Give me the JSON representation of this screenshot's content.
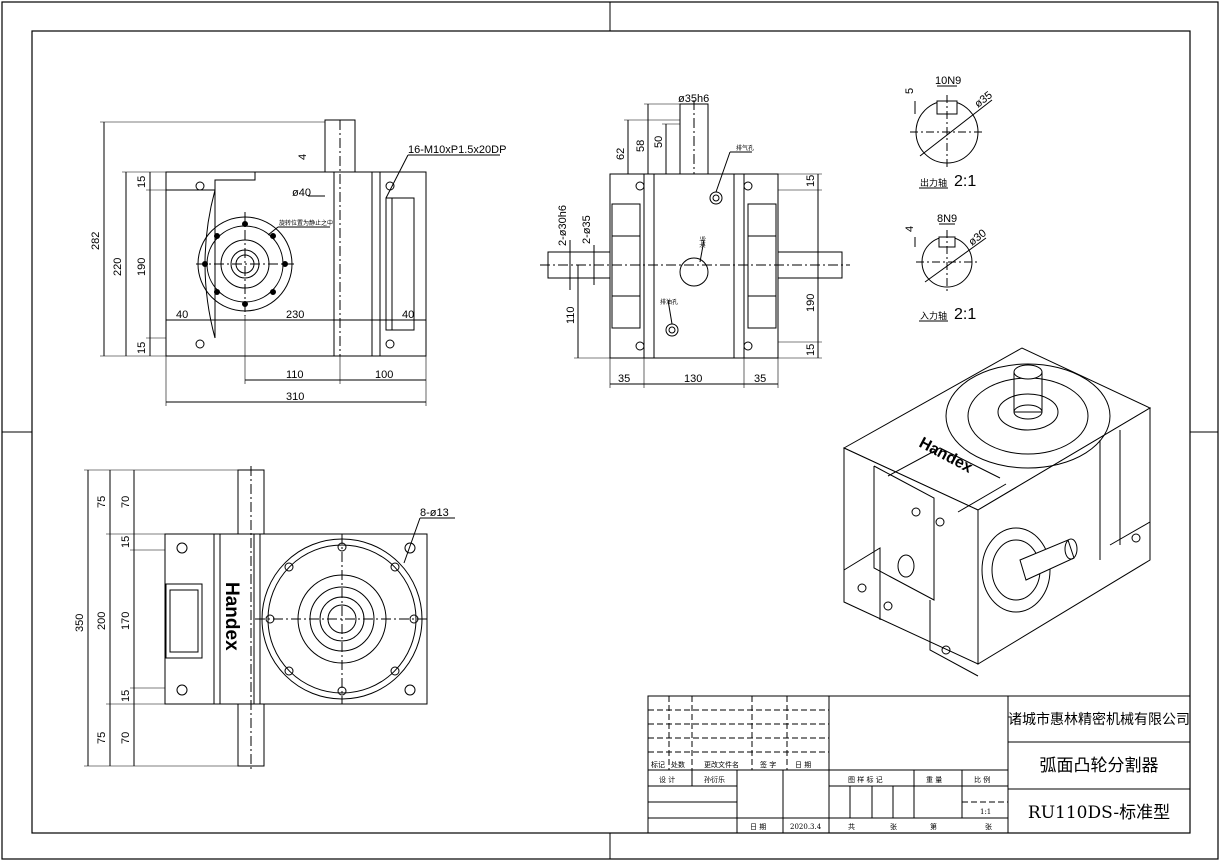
{
  "front_view": {
    "tap_note": "16-M10xP1.5x20DP",
    "rotate_note": "旋转位置为静止之中",
    "dims": {
      "h282": "282",
      "h220": "220",
      "h190": "190",
      "h15a": "15",
      "h15b": "15",
      "d4": "4",
      "d40": "ø40",
      "w40a": "40",
      "w230": "230",
      "w40b": "40",
      "w110": "110",
      "w100": "100",
      "w310": "310"
    }
  },
  "side_view": {
    "vent_label": "排气孔",
    "oil_label": "油标",
    "drain_label": "排油孔",
    "dims": {
      "shaft": "ø35h6",
      "h62": "62",
      "h58": "58",
      "h50": "50",
      "d30": "2-ø30h6",
      "d35": "2-ø35",
      "h110": "110",
      "r15a": "15",
      "r190": "190",
      "r15b": "15",
      "w35a": "35",
      "w130": "130",
      "w35b": "35"
    }
  },
  "details": {
    "out_key": "10N9",
    "out_dia": "ø35",
    "out_depth": "5",
    "out_label": "出力轴",
    "out_scale": "2:1",
    "in_key": "8N9",
    "in_dia": "ø30",
    "in_depth": "4",
    "in_label": "入力轴",
    "in_scale": "2:1"
  },
  "bottom_view": {
    "holes": "8-ø13",
    "brand": "Handex",
    "dims": {
      "v350": "350",
      "v75a": "75",
      "v70a": "70",
      "v15a": "15",
      "v200": "200",
      "v170": "170",
      "v15b": "15",
      "v75b": "75",
      "v70b": "70"
    }
  },
  "iso_view": {
    "brand": "Handex"
  },
  "title_block": {
    "company": "诸城市惠林精密机械有限公司",
    "product": "弧面凸轮分割器",
    "model": "RU110DS-标准型",
    "col_mark": "标记",
    "col_count": "处数",
    "col_doc": "更改文件名",
    "col_sign": "签 字",
    "col_date": "日 期",
    "design_label": "设 计",
    "designer": "孙衍乐",
    "stage_label": "图 样 标 记",
    "weight_label": "重 量",
    "scale_label": "比 例",
    "scale": "1:1",
    "date_label": "日 期",
    "date": "2020.3.4",
    "total_label": "共",
    "sheet_unit": "张",
    "no_label": "第",
    "no_unit": "张"
  }
}
